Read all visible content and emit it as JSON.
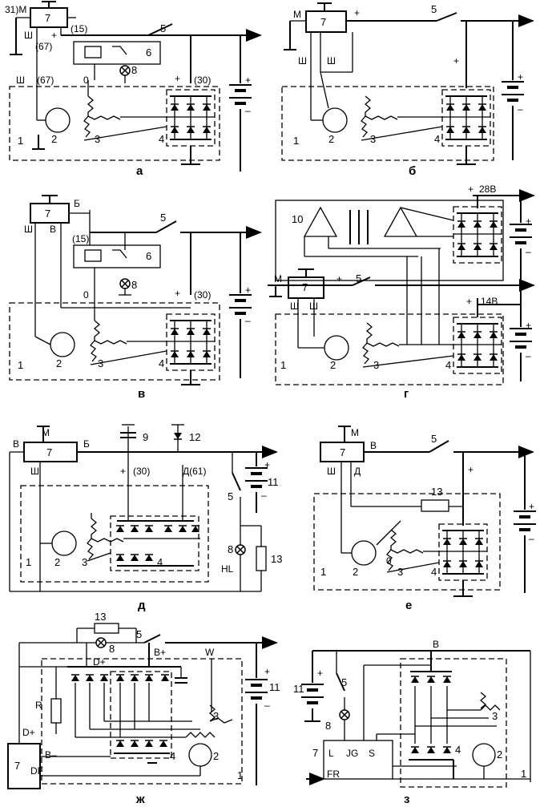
{
  "panels": [
    {
      "id": "a",
      "caption": "а",
      "labels": [
        "31)М",
        "(15)",
        "Ш",
        "+",
        "(67)",
        "Ш",
        "(67)",
        "0",
        "+",
        "(30)",
        "5",
        "6",
        "8",
        "7",
        "1",
        "2",
        "3",
        "4",
        "+",
        "–"
      ]
    },
    {
      "id": "b",
      "caption": "б",
      "labels": [
        "М",
        "+",
        "7",
        "5",
        "Ш",
        "Ш",
        "+",
        "1",
        "2",
        "3",
        "4",
        "+",
        "–"
      ]
    },
    {
      "id": "v",
      "caption": "в",
      "labels": [
        "Б",
        "7",
        "Ш",
        "В",
        "(15)",
        "5",
        "6",
        "8",
        "0",
        "+",
        "(30)",
        "1",
        "2",
        "3",
        "4",
        "+",
        "–"
      ]
    },
    {
      "id": "g",
      "caption": "г",
      "labels": [
        "+",
        "28В",
        "10",
        "М",
        "7",
        "+",
        "5",
        "Ш",
        "Ш",
        "+",
        "14В",
        "1",
        "2",
        "3",
        "4",
        "+",
        "–",
        "+",
        "–"
      ]
    },
    {
      "id": "d",
      "caption": "д",
      "labels": [
        "М",
        "В",
        "Б",
        "7",
        "9",
        "12",
        "Ш",
        "+",
        "(30)",
        "Д(61)",
        "+",
        "11",
        "–",
        "5",
        "8",
        "HL",
        "13",
        "1",
        "2",
        "3",
        "4"
      ]
    },
    {
      "id": "e",
      "caption": "е",
      "labels": [
        "М",
        "7",
        "В",
        "5",
        "Ш",
        "Д",
        "+",
        "13",
        "1",
        "2",
        "0",
        "3",
        "4",
        "+",
        "–"
      ]
    },
    {
      "id": "zh",
      "caption": "ж",
      "labels": [
        "13",
        "8",
        "5",
        "B+",
        "D+",
        "W",
        "R",
        "D+",
        "3",
        "+",
        "11",
        "–",
        "B–",
        "7",
        "DF",
        "4",
        "2",
        "1"
      ]
    },
    {
      "id": "z",
      "caption": "з",
      "labels": [
        "B",
        "+",
        "11",
        "5",
        "8",
        "3",
        "7",
        "L",
        "JG",
        "S",
        "4",
        "2",
        "FR",
        "1"
      ]
    }
  ]
}
